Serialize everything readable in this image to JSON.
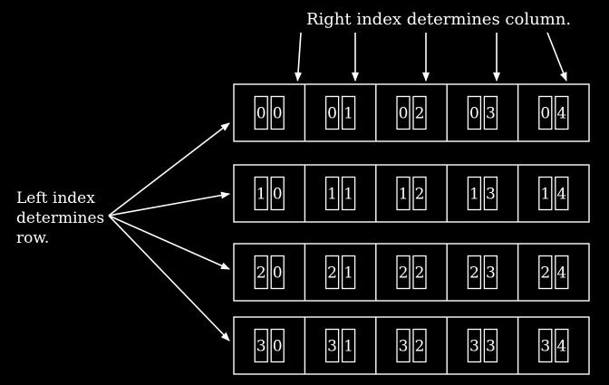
{
  "top_label": "Right index determines column.",
  "left_label": [
    "Left index",
    "determines",
    "row."
  ],
  "grid": {
    "rows": [
      [
        [
          "0",
          "0"
        ],
        [
          "0",
          "1"
        ],
        [
          "0",
          "2"
        ],
        [
          "0",
          "3"
        ],
        [
          "0",
          "4"
        ]
      ],
      [
        [
          "1",
          "0"
        ],
        [
          "1",
          "1"
        ],
        [
          "1",
          "2"
        ],
        [
          "1",
          "3"
        ],
        [
          "1",
          "4"
        ]
      ],
      [
        [
          "2",
          "0"
        ],
        [
          "2",
          "1"
        ],
        [
          "2",
          "2"
        ],
        [
          "2",
          "3"
        ],
        [
          "2",
          "4"
        ]
      ],
      [
        [
          "3",
          "0"
        ],
        [
          "3",
          "1"
        ],
        [
          "3",
          "2"
        ],
        [
          "3",
          "3"
        ],
        [
          "3",
          "4"
        ]
      ]
    ]
  },
  "colors": {
    "background": "#000000",
    "foreground": "#ffffff"
  }
}
